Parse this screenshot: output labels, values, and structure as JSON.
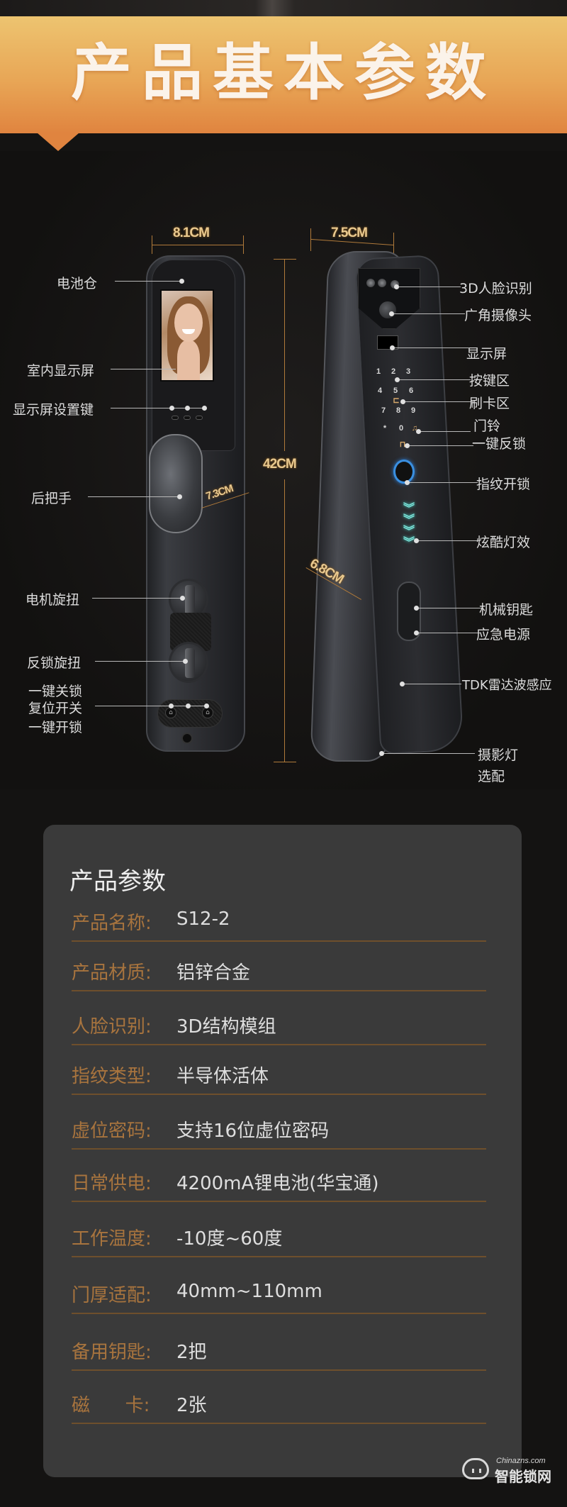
{
  "header": {
    "title": "产品基本参数",
    "gradient_top": "#edc470",
    "gradient_bottom": "#e0843f"
  },
  "dimensions": {
    "back_width": "8.1CM",
    "front_width": "7.5CM",
    "height": "42CM",
    "handle_depth": "7.3CM",
    "front_depth": "6.8CM"
  },
  "back_callouts": [
    {
      "label": "电池仓"
    },
    {
      "label": "室内显示屏"
    },
    {
      "label": "显示屏设置键"
    },
    {
      "label": "后把手"
    },
    {
      "label": "电机旋扭"
    },
    {
      "label": "反锁旋扭"
    },
    {
      "label": "一键关锁"
    },
    {
      "label": "复位开关"
    },
    {
      "label": "一键开锁"
    }
  ],
  "front_callouts": [
    {
      "label": "3D人脸识别"
    },
    {
      "label": "广角摄像头"
    },
    {
      "label": "显示屏"
    },
    {
      "label": "按键区"
    },
    {
      "label": "刷卡区"
    },
    {
      "label": "门铃"
    },
    {
      "label": "一键反锁"
    },
    {
      "label": "指纹开锁"
    },
    {
      "label": "炫酷灯效"
    },
    {
      "label": "机械钥匙"
    },
    {
      "label": "应急电源"
    },
    {
      "label": "TDK雷达波感应"
    },
    {
      "label": "摄影灯"
    },
    {
      "label": "选配"
    }
  ],
  "keypad": [
    "1",
    "2",
    "3",
    "4",
    "5",
    "6",
    "7",
    "8",
    "9",
    "*",
    "0"
  ],
  "params": {
    "title": "产品参数",
    "label_color": "#a8743e",
    "rows": [
      {
        "label": "产品名称:",
        "value": "S12-2"
      },
      {
        "label": "产品材质:",
        "value": "铝锌合金"
      },
      {
        "label": "人脸识别:",
        "value": "3D结构模组"
      },
      {
        "label": "指纹类型:",
        "value": "半导体活体"
      },
      {
        "label": "虚位密码:",
        "value": "支持16位虚位密码"
      },
      {
        "label": "日常供电:",
        "value": "4200mA锂电池(华宝通)"
      },
      {
        "label": "工作温度:",
        "value": "-10度~60度"
      },
      {
        "label": "门厚适配:",
        "value": "40mm~110mm"
      },
      {
        "label": "备用钥匙:",
        "value": "2把"
      },
      {
        "label": "磁      卡:",
        "value": "2张"
      }
    ]
  },
  "watermark": {
    "en": "Chinazns.com",
    "cn": "智能锁网"
  }
}
